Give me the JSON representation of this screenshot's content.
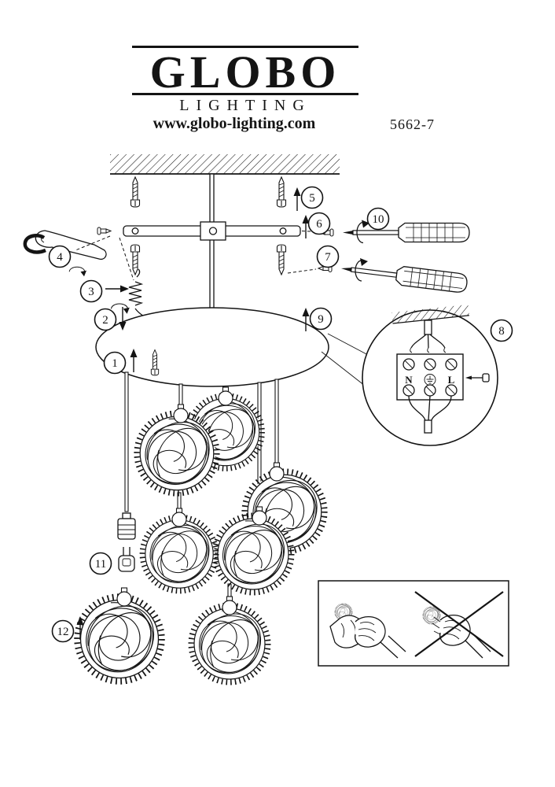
{
  "header": {
    "brand": "GLOBO",
    "brand_sub": "LIGHTING",
    "website": "www.globo-lighting.com",
    "model": "5662-7"
  },
  "callouts": [
    "1",
    "2",
    "3",
    "4",
    "5",
    "6",
    "7",
    "8",
    "9",
    "10",
    "11",
    "12"
  ],
  "wiring": {
    "neutral": "N",
    "live": "L"
  },
  "icons": [
    "screw-icon",
    "screwdriver-icon",
    "rotation-arrow-icon",
    "arrow-icon",
    "wire-ball-shade",
    "bulb-icon",
    "g4-bulb-icon",
    "socket-icon",
    "earth-ground-icon",
    "terminal-block",
    "hand-with-cloth-icon",
    "bare-hand-icon",
    "cross-icon",
    "ceiling-hatch"
  ],
  "colors": {
    "ink": "#141414",
    "paper": "#ffffff"
  }
}
